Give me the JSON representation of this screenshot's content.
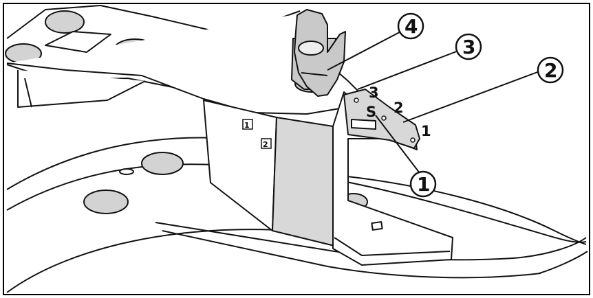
{
  "figure": {
    "callouts": [
      {
        "number": "1"
      },
      {
        "number": "2"
      },
      {
        "number": "3"
      },
      {
        "number": "4"
      }
    ],
    "scale_markings": [
      "1",
      "2",
      "3"
    ],
    "plate_icons": [
      "1",
      "2"
    ]
  },
  "colors": {
    "outline": "#111111",
    "plate_fill": "#d8d8d8",
    "knob_fill": "#c9c9c9",
    "pad_fill": "#d3d3d3",
    "background": "#ffffff"
  }
}
